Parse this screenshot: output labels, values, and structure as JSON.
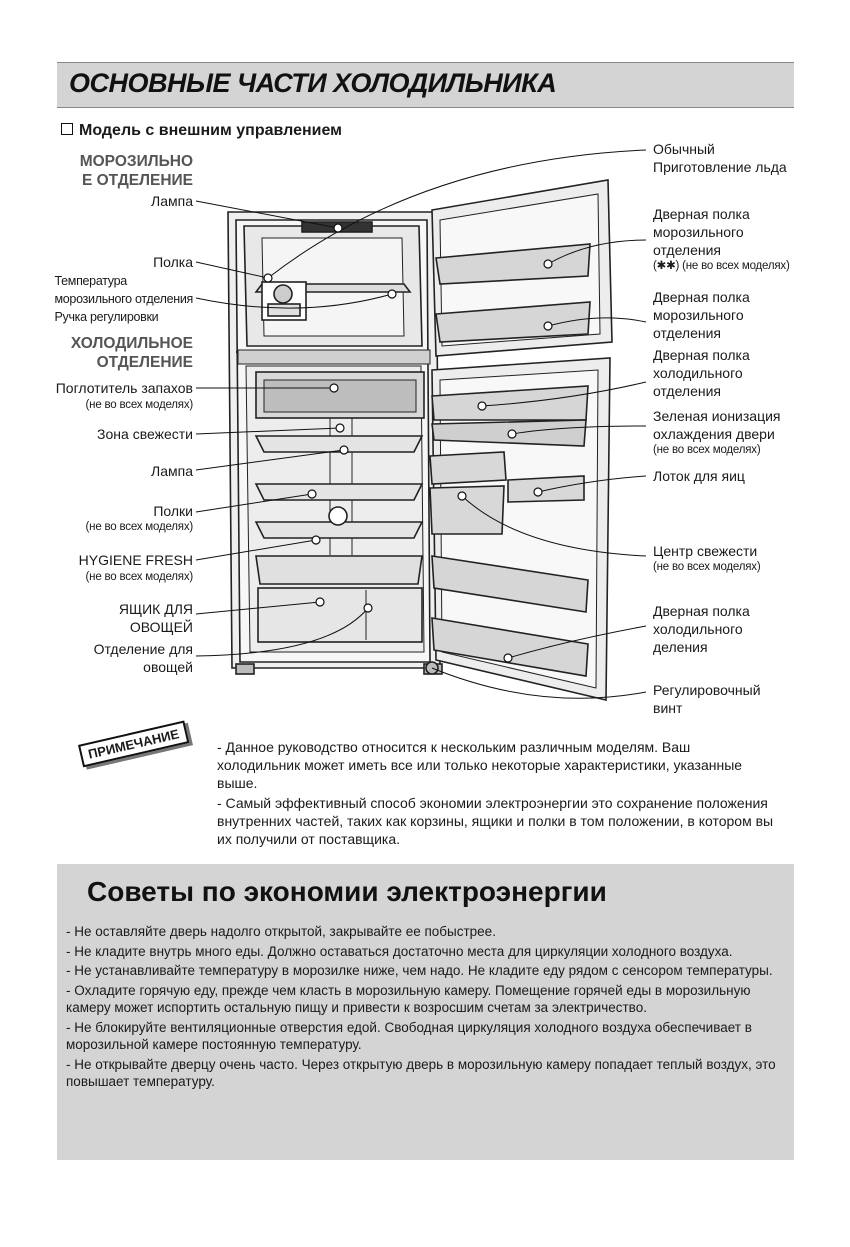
{
  "page": {
    "title": "ОСНОВНЫЕ ЧАСТИ ХОЛОДИЛЬНИКА",
    "model_heading": "Модель с внешним управлением"
  },
  "freezer_section": {
    "line1": "МОРОЗИЛЬНО",
    "line2": "Е ОТДЕЛЕНИЕ"
  },
  "fridge_section": {
    "line1": "ХОЛОДИЛЬНОЕ",
    "line2": "ОТДЕЛЕНИЕ"
  },
  "left_labels": {
    "lamp_freezer": "Лампа",
    "shelf": "Полка",
    "temp_control_1": "Температура",
    "temp_control_2": "морозильного отделения",
    "temp_control_3": "Ручка регулировки",
    "odor_absorber": "Поглотитель запахов",
    "odor_absorber_note": "(не во всех моделях)",
    "fresh_zone": "Зона свежести",
    "lamp_fridge": "Лампа",
    "shelves": "Полки",
    "shelves_note": "(не во всех моделях)",
    "hygiene": "HYGIENE FRESH",
    "hygiene_note": "(не во всех моделях)",
    "veg_box_1": "ЯЩИК ДЛЯ",
    "veg_box_2": "ОВОЩЕЙ",
    "veg_comp_1": "Отделение для",
    "veg_comp_2": "овощей"
  },
  "right_labels": {
    "ice_1": "Обычный",
    "ice_2": "Приготовление льда",
    "freezer_door_shelf_a_1": "Дверная полка",
    "freezer_door_shelf_a_2": "морозильного",
    "freezer_door_shelf_a_3": "отделения",
    "freezer_door_shelf_a_note": "(✱✱) (не во всех моделях)",
    "freezer_door_shelf_b_1": "Дверная полка",
    "freezer_door_shelf_b_2": "морозильного",
    "freezer_door_shelf_b_3": "отделения",
    "fridge_door_shelf_a_1": "Дверная полка",
    "fridge_door_shelf_a_2": "холодильного",
    "fridge_door_shelf_a_3": "отделения",
    "ionizer_1": "Зеленая ионизация",
    "ionizer_2": "охлаждения двери",
    "ionizer_note": "(не во всех моделях)",
    "egg_tray": "Лоток для яиц",
    "fresh_center": "Центр свежести",
    "fresh_center_note": "(не во всех моделях)",
    "fridge_door_shelf_b_1": "Дверная полка",
    "fridge_door_shelf_b_2": "холодильного",
    "fridge_door_shelf_b_3": "деления",
    "screw_1": "Регулировочный",
    "screw_2": "винт"
  },
  "note": {
    "stamp": "ПРИМЕЧАНИЕ",
    "p1": "- Данное руководство относится к нескольким различным моделям. Ваш холодильник может иметь все или только некоторые характеристики, указанные выше.",
    "p2": "- Самый эффективный способ экономии электроэнергии это сохранение положения внутренних частей, таких как корзины, ящики и полки в том положении, в котором вы их получили от поставщика."
  },
  "tips": {
    "title": "Советы по экономии электроэнергии",
    "items": [
      "- Не оставляйте дверь надолго открытой, закрывайте ее побыстрее.",
      "- Не кладите внутрь много еды. Должно оставаться достаточно места для циркуляции холодного воздуха.",
      "- Не устанавливайте температуру в морозилке ниже, чем надо. Не кладите еду рядом с сенсором температуры.",
      "- Охладите горячую еду, прежде чем класть в морозильную камеру. Помещение горячей еды в морозильную камеру может испортить остальную пищу и привести к возросшим счетам за электричество.",
      "- Не блокируйте вентиляционные отверстия едой. Свободная циркуляция холодного воздуха обеспечивает в морозильной камере постоянную температуру.",
      "- Не открывайте дверцу очень часто. Через открытую дверь в морозильную камеру попадает теплый воздух, это повышает температуру."
    ]
  },
  "colors": {
    "header_bg": "#d4d4d4",
    "tips_bg": "#d4d4d4",
    "section_heading": "#555555"
  }
}
